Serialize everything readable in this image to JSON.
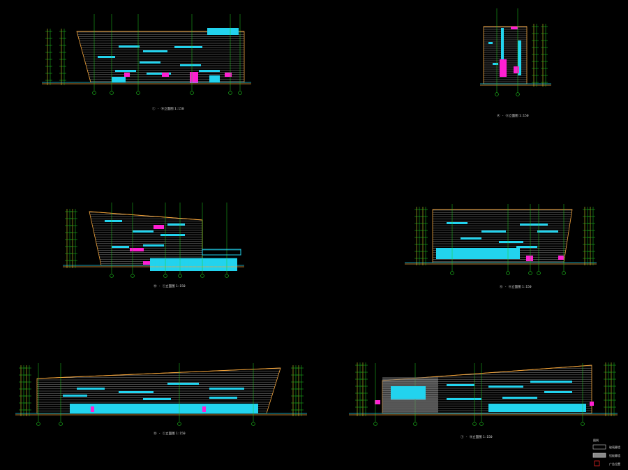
{
  "elevations": [
    {
      "id": "e1",
      "caption": "① - ⑩立面图",
      "scale": "1:150"
    },
    {
      "id": "e2",
      "caption": "Ⓐ - Ⓖ立面图",
      "scale": "1:150"
    },
    {
      "id": "e3",
      "caption": "⑩ - ①立面图",
      "scale": "1:150"
    },
    {
      "id": "e4",
      "caption": "Ⓖ - Ⓐ立面图",
      "scale": "1:150"
    },
    {
      "id": "e5",
      "caption": "⑮ - ①立面图",
      "scale": "1:150"
    },
    {
      "id": "e6",
      "caption": "① - ⑮立面图",
      "scale": "1:150"
    }
  ],
  "legend": {
    "title": "图例",
    "items": [
      {
        "label": "玻璃幕墙",
        "swatch": "#000000"
      },
      {
        "label": "铝板幕墙",
        "swatch": "#8a8a8a"
      },
      {
        "label": "广告位置",
        "swatch": "#ff2a2a"
      }
    ]
  },
  "colors": {
    "background": "#000000",
    "facade_line": "#9c9c9c",
    "glass": "#22d3ee",
    "accent": "#ff1fd2",
    "grid": "#1fd11f",
    "edge": "#f2a33a",
    "axis": "#cfd32a"
  }
}
